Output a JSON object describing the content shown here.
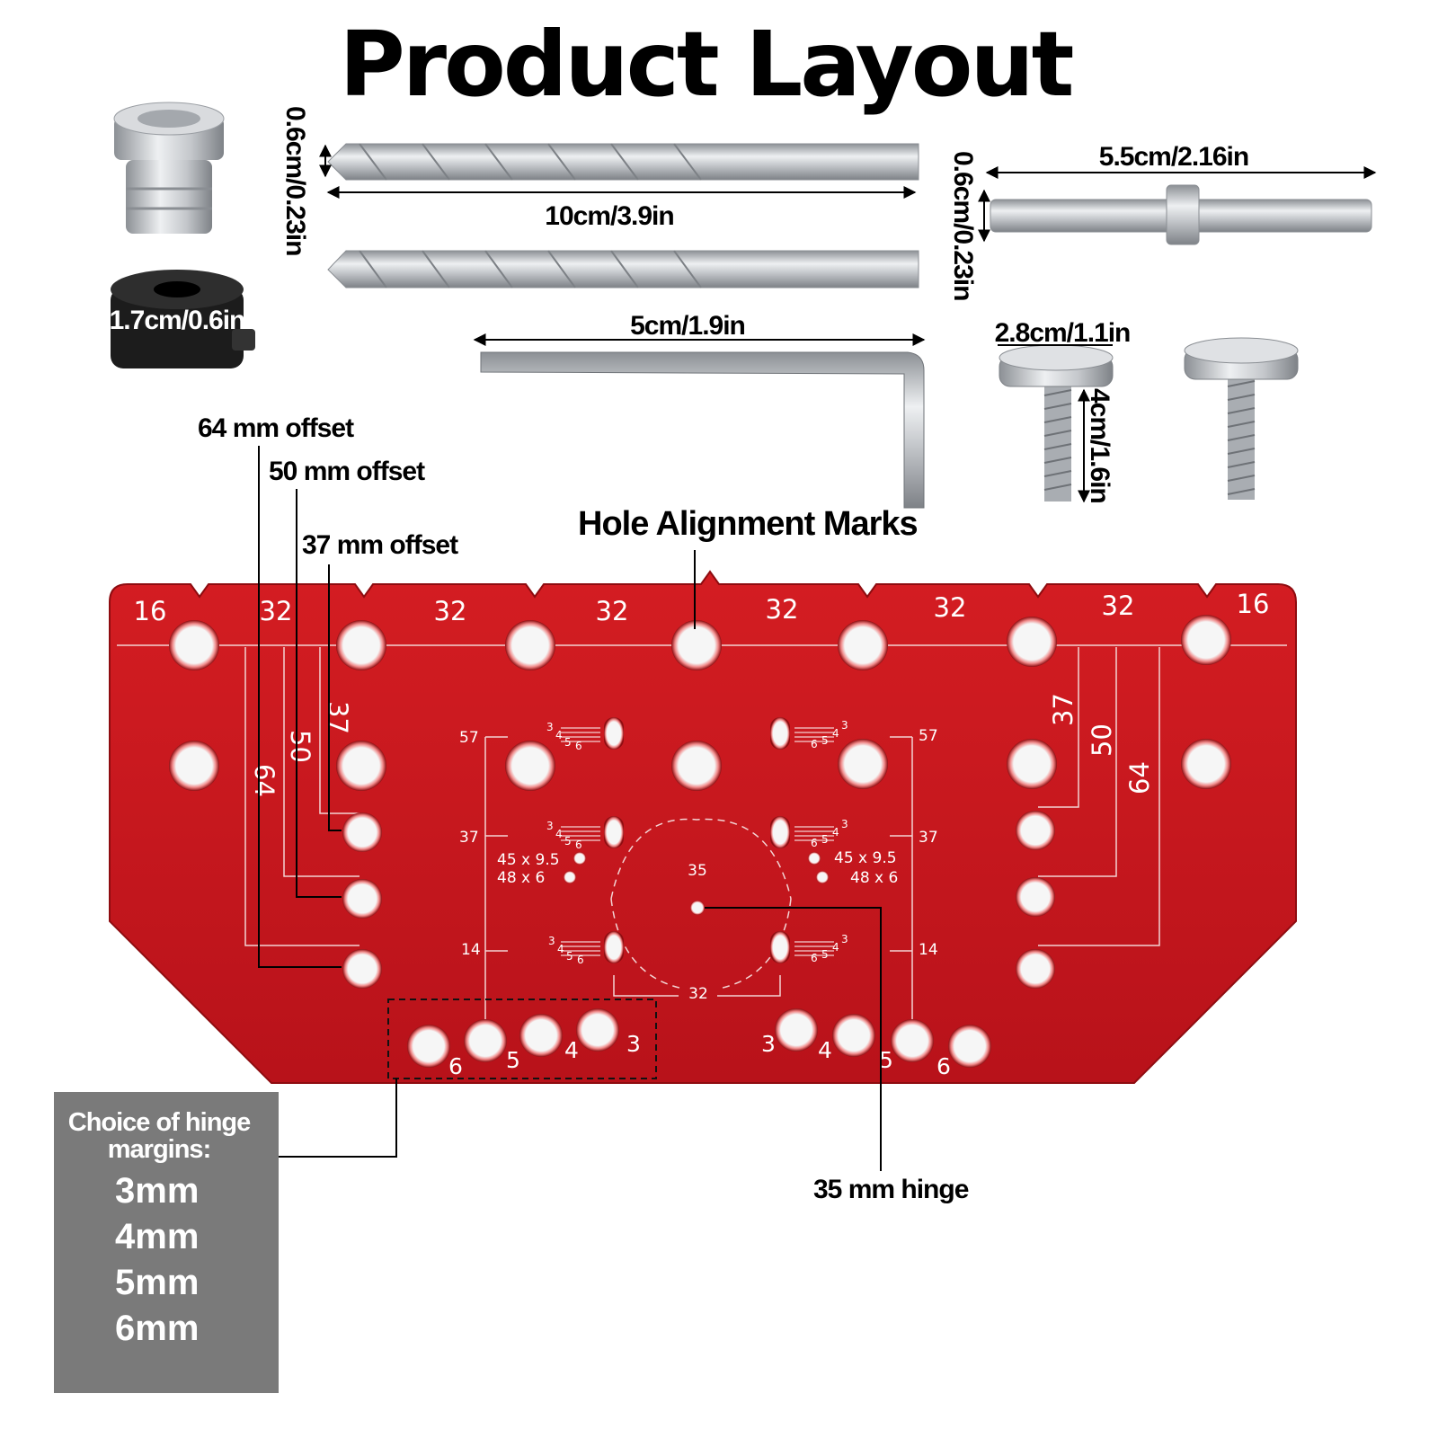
{
  "title": "Product Layout",
  "dimensions": {
    "drill_bit_diameter": "0.6cm/0.23in",
    "drill_bit_length": "10cm/3.9in",
    "pin_diameter": "0.6cm/0.23in",
    "pin_length": "5.5cm/2.16in",
    "stop_collar_diameter": "1.7cm/0.6in",
    "hex_key_length": "5cm/1.9in",
    "knob_diameter": "2.8cm/1.1in",
    "screw_length": "4cm/1.6in"
  },
  "callouts": {
    "offset_64": "64 mm offset",
    "offset_50": "50 mm offset",
    "offset_37": "37 mm offset",
    "alignment_marks": "Hole Alignment Marks",
    "hinge_35": "35 mm hinge"
  },
  "plate": {
    "top_marks": [
      "16",
      "32",
      "32",
      "32",
      "32",
      "32",
      "32",
      "16"
    ],
    "side_offsets": [
      "37",
      "50",
      "64"
    ],
    "row_marks": [
      "57",
      "37",
      "14"
    ],
    "hinge_sizes": [
      "45 x 9.5",
      "48 x 6"
    ],
    "center_top": "35",
    "center_bottom": "32",
    "margin_digits": [
      "3",
      "4",
      "5",
      "6"
    ],
    "left_margin_numbers": [
      "6",
      "5",
      "4",
      "3"
    ],
    "right_margin_numbers": [
      "3",
      "4",
      "5",
      "6"
    ]
  },
  "margins_box": {
    "heading_line1": "Choice of hinge",
    "heading_line2": "margins:",
    "items": [
      "3mm",
      "4mm",
      "5mm",
      "6mm"
    ]
  },
  "colors": {
    "plate": "#c8161c",
    "plate_dark": "#9e0f14",
    "hole": "#f4f4f4",
    "box": "#7a7a7a",
    "steel": "#b9bcc0",
    "collar": "#1a1a1a"
  }
}
